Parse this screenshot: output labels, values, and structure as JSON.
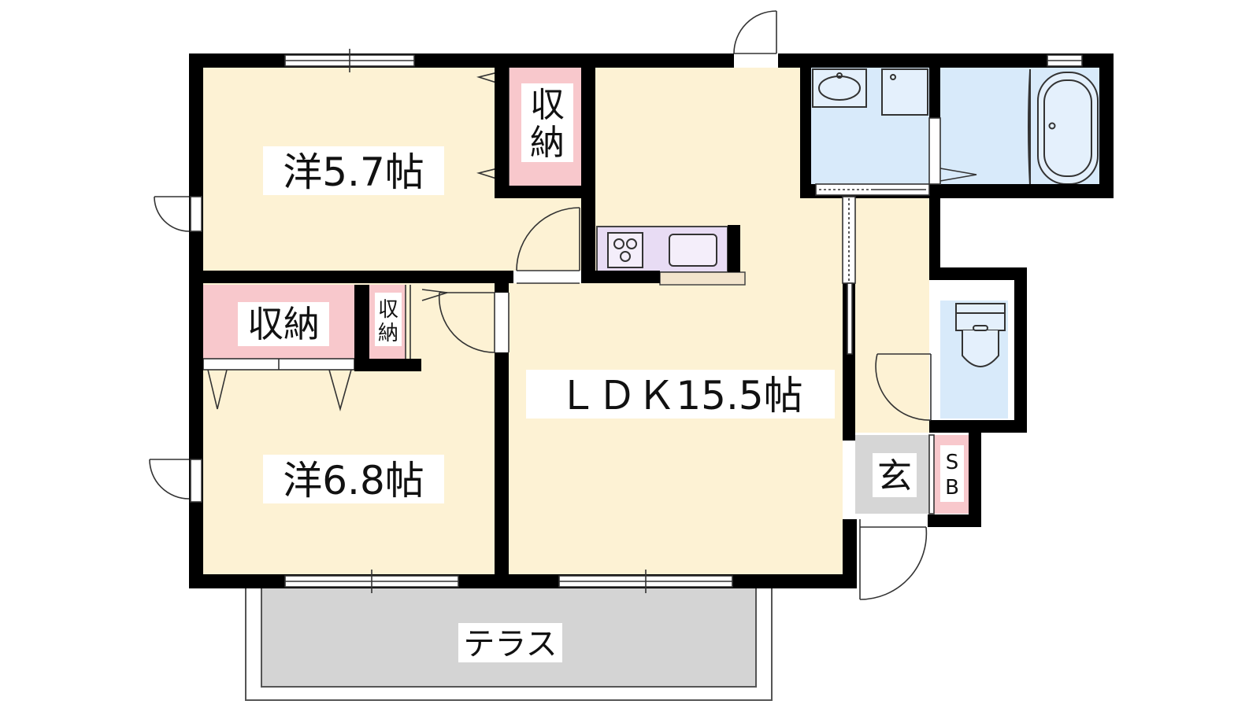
{
  "rooms": {
    "western_a": "洋5.7帖",
    "western_b": "洋6.8帖",
    "ldk": "ＬＤＫ15.5帖",
    "storage_a": [
      "収",
      "納"
    ],
    "storage_b": "収納",
    "storage_c": [
      "収",
      "納"
    ],
    "entrance": "玄",
    "shoe_box": [
      "S",
      "B"
    ],
    "terrace": "テラス"
  },
  "colors": {
    "room_fill": "#fdf2d4",
    "storage_fill": "#f8c8cc",
    "wet_fill": "#d8eafa",
    "kitchen_fill": "#e8dcf4",
    "entrance_fill": "#d6d6d6",
    "terrace_fill": "#d4d4d4",
    "wall": "#000000"
  }
}
